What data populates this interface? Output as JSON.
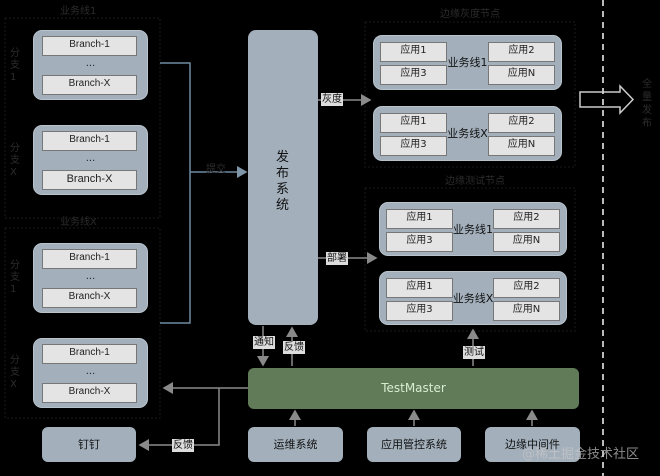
{
  "left_groups": [
    {
      "label": "业务线1",
      "side": "分支1",
      "branches": [
        "Branch-1",
        "...",
        "Branch-X"
      ]
    },
    {
      "label": "",
      "side": "分支X",
      "branches": [
        "Branch-1",
        "...",
        "Branch-X"
      ]
    },
    {
      "label": "业务线X",
      "side": "分支1",
      "branches": [
        "Branch-1",
        "...",
        "Branch-X"
      ]
    },
    {
      "label": "",
      "side": "分支X",
      "branches": [
        "Branch-1",
        "...",
        "Branch-X"
      ]
    }
  ],
  "submit_label": "提交",
  "publish_system": "发布系统",
  "gray_label": "灰度",
  "deploy_label": "部署",
  "notify_label": "通知",
  "feedback_label": "反馈",
  "test_label": "测试",
  "gray_nodes_title": "边缘灰度节点",
  "test_nodes_title": "边缘测试节点",
  "full_release": "全量发布",
  "business_groups": [
    {
      "name": "业务线1",
      "apps": [
        "应用1",
        "应用2",
        "应用3",
        "应用N"
      ]
    },
    {
      "name": "业务线X",
      "apps": [
        "应用1",
        "应用2",
        "应用3",
        "应用N"
      ]
    },
    {
      "name": "业务线1",
      "apps": [
        "应用1",
        "应用2",
        "应用3",
        "应用N"
      ]
    },
    {
      "name": "业务线X",
      "apps": [
        "应用1",
        "应用2",
        "应用3",
        "应用N"
      ]
    }
  ],
  "testmaster": "TestMaster",
  "bottom": {
    "dingtalk": "钉钉",
    "ops": "运维系统",
    "app_ctrl": "应用管控系统",
    "edge_mw": "边缘中间件"
  },
  "watermark": "@稀土掘金技术社区",
  "colors": {
    "box": "#a3b0bc",
    "testmaster": "#617b59",
    "bar": "#e4e4e4"
  }
}
